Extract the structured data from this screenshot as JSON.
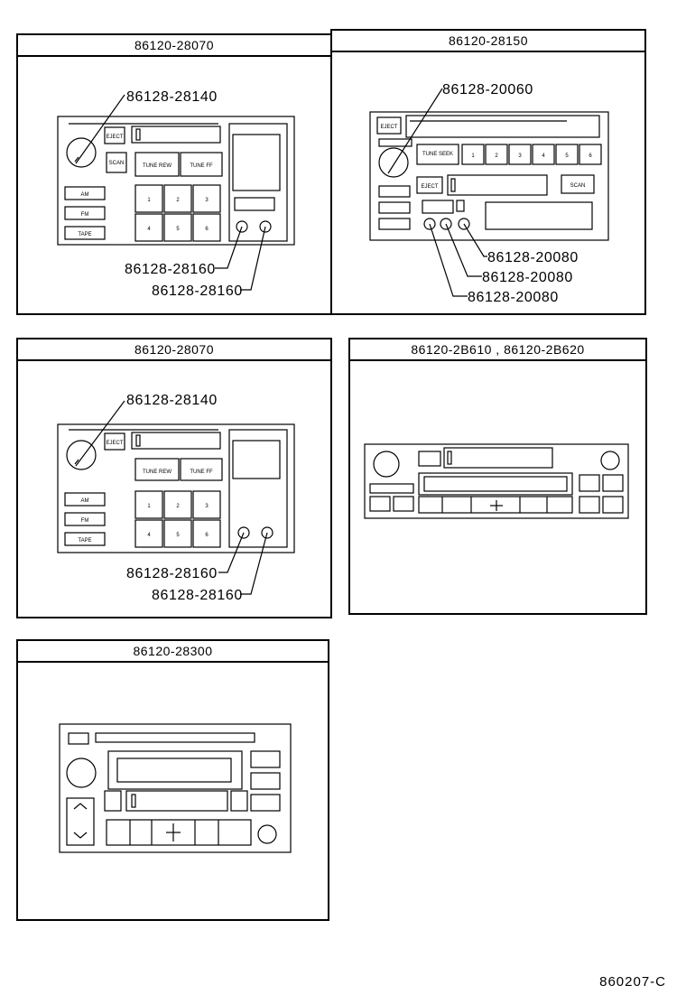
{
  "panels": [
    {
      "header": "86120-28070",
      "callouts": [
        "86128-28140",
        "86128-28160",
        "86128-28160"
      ]
    },
    {
      "header": "86120-28150",
      "callouts": [
        "86128-20060",
        "86128-20080",
        "86128-20080",
        "86128-20080"
      ]
    },
    {
      "header": "86120-28070",
      "callouts": [
        "86128-28140",
        "86128-28160",
        "86128-28160"
      ]
    },
    {
      "header": "86120-2B610 , 86120-2B620",
      "callouts": []
    },
    {
      "header": "86120-28300",
      "callouts": []
    }
  ],
  "radio_labels": {
    "eject": "EJECT",
    "scan": "SCAN",
    "tune_rew": "TUNE REW",
    "tune_ff": "TUNE FF",
    "tune_seek": "TUNE SEEK",
    "am": "AM",
    "fm": "FM",
    "tape": "TAPE",
    "presets": [
      "1",
      "2",
      "3",
      "4",
      "5",
      "6"
    ]
  },
  "diagram_ref": "860207-C"
}
